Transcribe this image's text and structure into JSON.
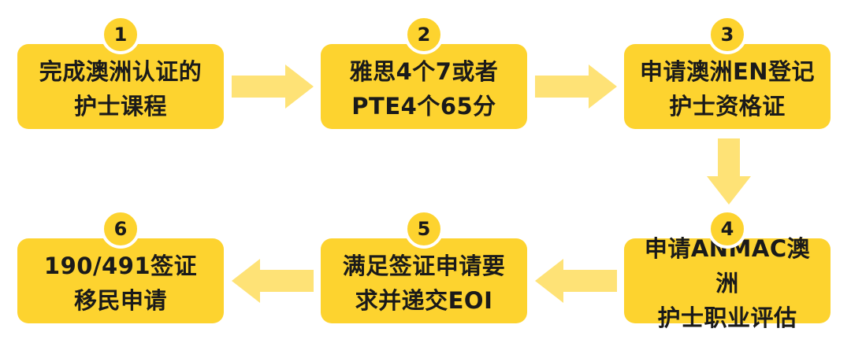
{
  "colors": {
    "box_fill": "#FDD32F",
    "arrow_fill": "#FEE276",
    "text": "#1a1a1a"
  },
  "steps": [
    {
      "number": "1",
      "text": "完成澳洲认证的\n护士课程"
    },
    {
      "number": "2",
      "text": "雅思4个7或者\nPTE4个65分"
    },
    {
      "number": "3",
      "text": "申请澳洲EN登记\n护士资格证"
    },
    {
      "number": "4",
      "text": "申请ANMAC澳洲\n护士职业评估"
    },
    {
      "number": "5",
      "text": "满足签证申请要\n求并递交EOI"
    },
    {
      "number": "6",
      "text": "190/491签证\n移民申请"
    }
  ]
}
